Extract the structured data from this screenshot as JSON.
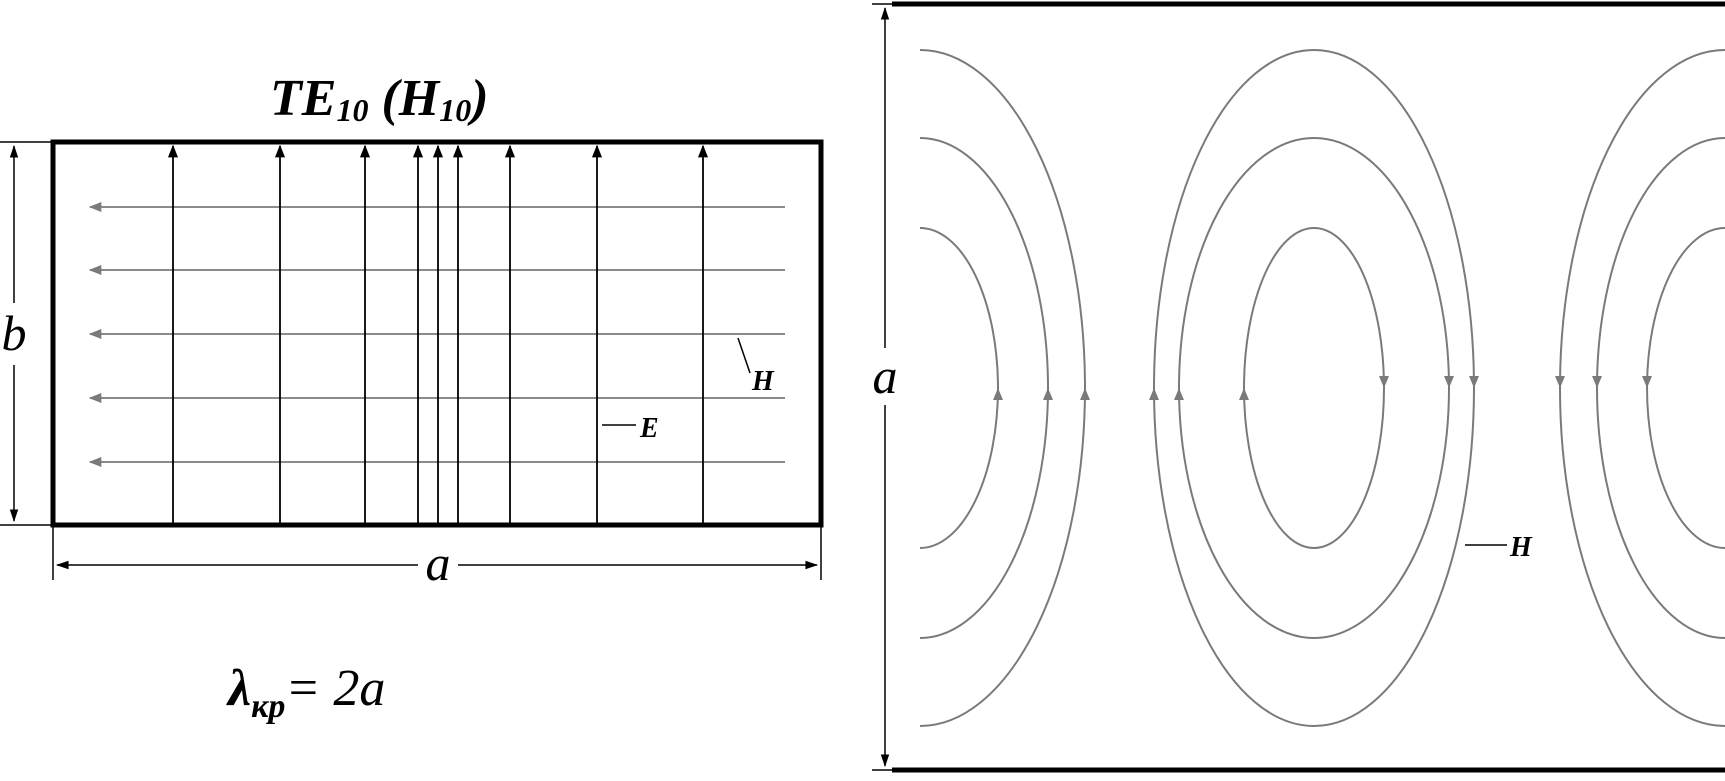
{
  "mode": {
    "base": "TE",
    "idx1": "10",
    "paren_base": "(H",
    "idx2": "10",
    "paren_close": ")"
  },
  "dimensions": {
    "height_label": "b",
    "width_label": "a",
    "long_label": "a"
  },
  "field_labels": {
    "magnetic": "H",
    "electric": "E",
    "magnetic_side": "H"
  },
  "formula": {
    "lambda": "λ",
    "sub": "кр",
    "rest": "= 2a"
  },
  "colors": {
    "outline": "#000000",
    "e_field": "#000000",
    "h_field": "#7a7a7a"
  }
}
